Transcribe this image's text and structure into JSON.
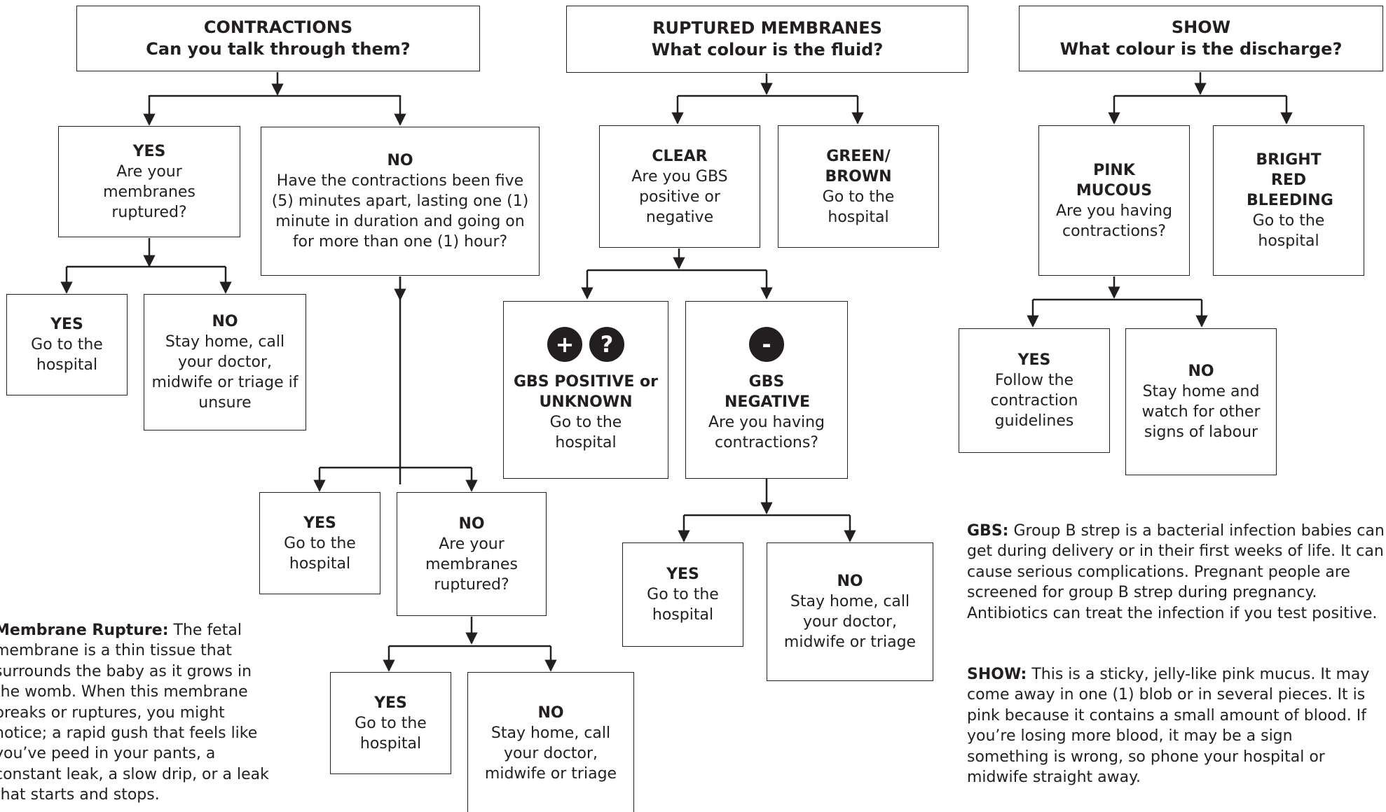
{
  "headers": {
    "contractions": {
      "title": "CONTRACTIONS",
      "question": "Can you talk through them?"
    },
    "membranes": {
      "title": "RUPTURED MEMBRANES",
      "question": "What colour is the fluid?"
    },
    "show": {
      "title": "SHOW",
      "question": "What colour is the discharge?"
    }
  },
  "contractions": {
    "yes": {
      "title": "YES",
      "body": "Are your membranes ruptured?"
    },
    "no": {
      "title": "NO",
      "body": "Have the contractions been five (5) minutes apart, lasting one (1) minute in duration and going on for more than one (1) hour?"
    },
    "yes_yes": {
      "title": "YES",
      "body": "Go to the hospital"
    },
    "yes_no": {
      "title": "NO",
      "body": "Stay home, call your doctor, midwife or triage if unsure"
    },
    "no_yes": {
      "title": "YES",
      "body": "Go to the hospital"
    },
    "no_no": {
      "title": "NO",
      "body": "Are your membranes ruptured?"
    },
    "no_no_yes": {
      "title": "YES",
      "body": "Go to the hospital"
    },
    "no_no_no": {
      "title": "NO",
      "body": "Stay home, call your doctor, midwife or triage"
    }
  },
  "membranes": {
    "clear": {
      "title": "CLEAR",
      "body": "Are you GBS positive or negative"
    },
    "green": {
      "title": "GREEN/ BROWN",
      "body": "Go to the hospital"
    },
    "positive": {
      "icons": [
        "+",
        "?"
      ],
      "title": "GBS POSITIVE or UNKNOWN",
      "body": "Go to the hospital"
    },
    "negative": {
      "icons": [
        "-"
      ],
      "title": "GBS NEGATIVE",
      "body": "Are you having contractions?"
    },
    "neg_yes": {
      "title": "YES",
      "body": "Go to the hospital"
    },
    "neg_no": {
      "title": "NO",
      "body": "Stay home, call your doctor, midwife or triage"
    }
  },
  "show": {
    "pink": {
      "title": "PINK MUCOUS",
      "body": "Are you having contractions?"
    },
    "red": {
      "title": "BRIGHT RED BLEEDING",
      "body": "Go to the hospital"
    },
    "yes": {
      "title": "YES",
      "body": "Follow the contraction guidelines"
    },
    "no": {
      "title": "NO",
      "body": "Stay home and watch for other signs of labour"
    }
  },
  "notes": {
    "membrane_rupture": {
      "term": "Membrane Rupture:",
      "text": "The fetal membrane is a thin tissue that surrounds the baby as it grows in the womb. When this membrane breaks or ruptures, you might notice; a rapid gush that feels like you’ve peed in your pants, a constant leak, a slow drip, or a leak that starts and stops."
    },
    "gbs": {
      "term": "GBS:",
      "text": "Group B strep is a bacterial infection babies can get during delivery or in their first weeks of life. It can cause serious complications. Pregnant people are screened for group B strep during pregnancy. Antibiotics can treat the infection if you test positive."
    },
    "show": {
      "term": "SHOW:",
      "text": "This is a sticky, jelly-like pink mucus. It may come away in one (1) blob or in several pieces. It is pink because it contains a small amount of blood. If you’re losing more blood, it may be a sign something is wrong, so phone your hospital or midwife straight away."
    }
  },
  "colors": {
    "ink": "#231f20",
    "background": "#ffffff"
  }
}
